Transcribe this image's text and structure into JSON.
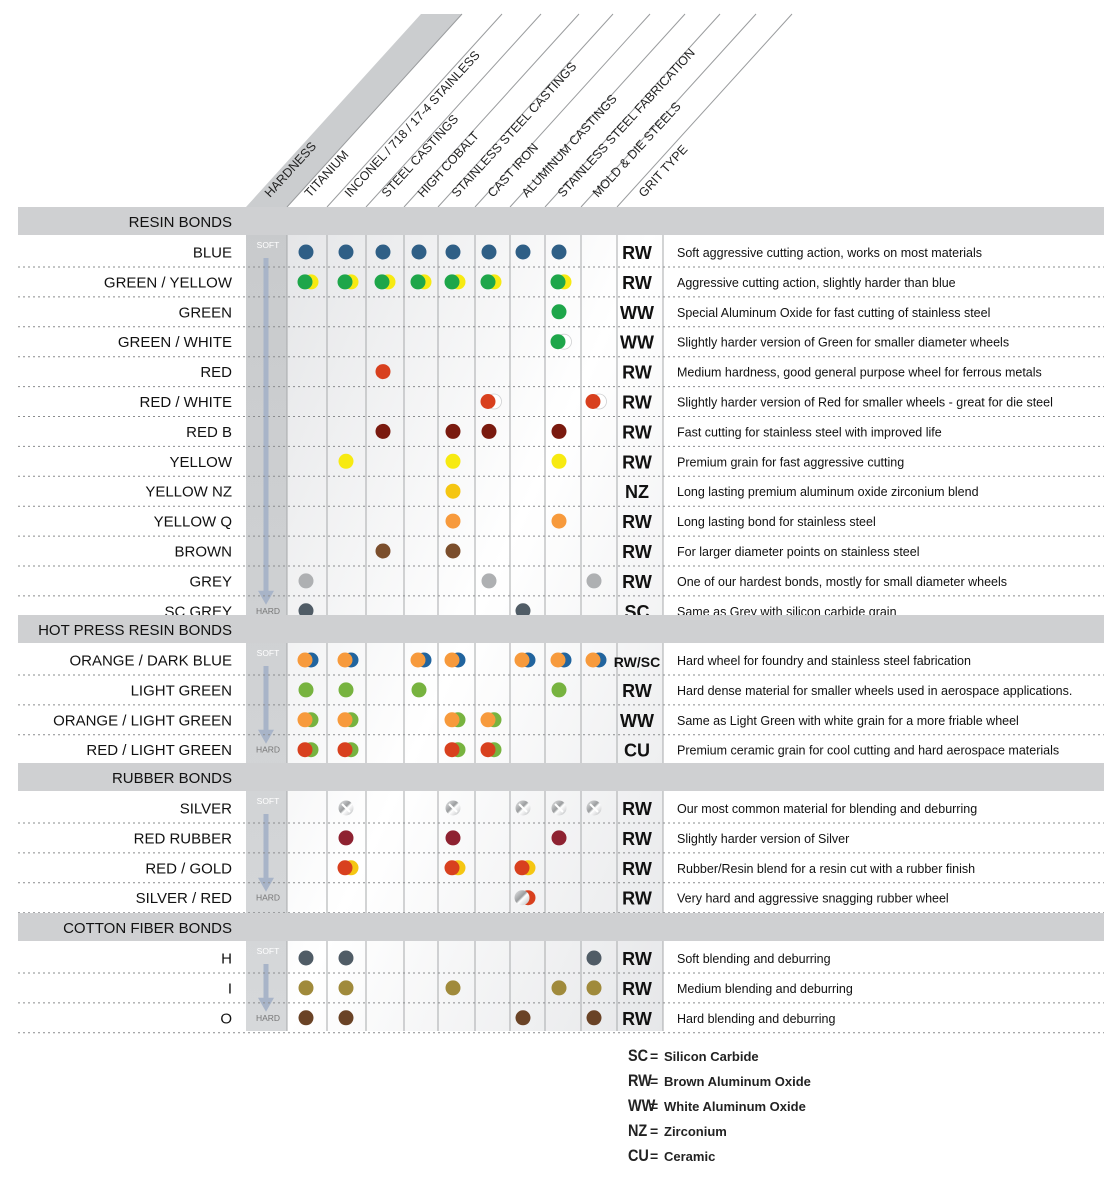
{
  "headers": {
    "hardness": "HARDNESS",
    "materials": [
      "TITANIUM",
      "INCONEL / 718 / 17-4 STAINLESS",
      "STEEL CASTINGS",
      "HIGH COBALT",
      "STAINLESS STEEL CASTINGS",
      "CAST IRON",
      "ALUMINUM CASTINGS",
      "STAINLESS STEEL FABRICATION",
      "MOLD & DIE STEELS"
    ],
    "grit": "GRIT TYPE"
  },
  "hardness_labels": {
    "soft": "SOFT",
    "hard": "HARD"
  },
  "colors": {
    "blue": "#2f5f86",
    "green": "#1ea64a",
    "yellow": "#f7ea11",
    "white": "#ffffff",
    "red": "#d8401e",
    "darkred": "#7a1a0f",
    "gold": "#f5c612",
    "orange": "#f79a3c",
    "brown": "#7b4e2c",
    "grey": "#aeb0b2",
    "slate": "#505c66",
    "navy": "#21649e",
    "lightgreen": "#77b33f",
    "silver": "#c3c5c7",
    "maroon": "#8e2231",
    "olive": "#a08a3b",
    "darkbrown": "#6a4326",
    "header_bg": "#cfd0d2"
  },
  "sections": [
    {
      "title": "RESIN BONDS",
      "rows": [
        {
          "name": "BLUE",
          "grit": "RW",
          "desc": "Soft aggressive cutting action, works on most materials",
          "dots": [
            [
              "blue"
            ],
            [
              "blue"
            ],
            [
              "blue"
            ],
            [
              "blue"
            ],
            [
              "blue"
            ],
            [
              "blue"
            ],
            [
              "blue"
            ],
            [
              "blue"
            ],
            []
          ]
        },
        {
          "name": "GREEN / YELLOW",
          "grit": "RW",
          "desc": "Aggressive cutting action, slightly harder than blue",
          "dots": [
            [
              "green",
              "yellow"
            ],
            [
              "green",
              "yellow"
            ],
            [
              "green",
              "yellow"
            ],
            [
              "green",
              "yellow"
            ],
            [
              "green",
              "yellow"
            ],
            [
              "green",
              "yellow"
            ],
            [],
            [
              "green",
              "yellow"
            ],
            []
          ]
        },
        {
          "name": "GREEN",
          "grit": "WW",
          "desc": "Special Aluminum Oxide for fast cutting of stainless steel",
          "dots": [
            [],
            [],
            [],
            [],
            [],
            [],
            [],
            [
              "green"
            ],
            []
          ]
        },
        {
          "name": "GREEN / WHITE",
          "grit": "WW",
          "desc": "Slightly harder version of Green for smaller diameter wheels",
          "dots": [
            [],
            [],
            [],
            [],
            [],
            [],
            [],
            [
              "green",
              "white"
            ],
            []
          ]
        },
        {
          "name": "RED",
          "grit": "RW",
          "desc": "Medium hardness, good general purpose wheel for ferrous metals",
          "dots": [
            [],
            [],
            [
              "red"
            ],
            [],
            [],
            [],
            [],
            [],
            []
          ]
        },
        {
          "name": "RED / WHITE",
          "grit": "RW",
          "desc": "Slightly harder version of Red for smaller wheels - great for die steel",
          "dots": [
            [],
            [],
            [],
            [],
            [],
            [
              "red",
              "white"
            ],
            [],
            [],
            [
              "red",
              "white"
            ]
          ]
        },
        {
          "name": "RED B",
          "grit": "RW",
          "desc": "Fast cutting for stainless steel with improved life",
          "dots": [
            [],
            [],
            [
              "darkred"
            ],
            [],
            [
              "darkred"
            ],
            [
              "darkred"
            ],
            [],
            [
              "darkred"
            ],
            []
          ]
        },
        {
          "name": "YELLOW",
          "grit": "RW",
          "desc": "Premium grain for fast aggressive cutting",
          "dots": [
            [],
            [
              "yellow"
            ],
            [],
            [],
            [
              "yellow"
            ],
            [],
            [],
            [
              "yellow"
            ],
            []
          ]
        },
        {
          "name": "YELLOW NZ",
          "grit": "NZ",
          "desc": "Long lasting premium aluminum oxide zirconium blend",
          "dots": [
            [],
            [],
            [],
            [],
            [
              "gold"
            ],
            [],
            [],
            [],
            []
          ]
        },
        {
          "name": "YELLOW Q",
          "grit": "RW",
          "desc": "Long lasting bond for stainless steel",
          "dots": [
            [],
            [],
            [],
            [],
            [
              "orange"
            ],
            [],
            [],
            [
              "orange"
            ],
            []
          ]
        },
        {
          "name": "BROWN",
          "grit": "RW",
          "desc": "For larger diameter points on stainless steel",
          "dots": [
            [],
            [],
            [
              "brown"
            ],
            [],
            [
              "brown"
            ],
            [],
            [],
            [],
            []
          ]
        },
        {
          "name": "GREY",
          "grit": "RW",
          "desc": "One of our hardest bonds, mostly for small diameter wheels",
          "dots": [
            [
              "grey"
            ],
            [],
            [],
            [],
            [],
            [
              "grey"
            ],
            [],
            [],
            [
              "grey"
            ]
          ]
        },
        {
          "name": "SC GREY",
          "grit": "SC",
          "desc": "Same as Grey with silicon carbide grain",
          "dots": [
            [
              "slate"
            ],
            [],
            [],
            [],
            [],
            [],
            [
              "slate"
            ],
            [],
            []
          ]
        }
      ]
    },
    {
      "title": "HOT PRESS RESIN BONDS",
      "rows": [
        {
          "name": "ORANGE / DARK BLUE",
          "grit": "RW/SC",
          "desc": "Hard wheel for foundry and stainless steel fabrication",
          "dots": [
            [
              "orange",
              "navy"
            ],
            [
              "orange",
              "navy"
            ],
            [],
            [
              "orange",
              "navy"
            ],
            [
              "orange",
              "navy"
            ],
            [],
            [
              "orange",
              "navy"
            ],
            [
              "orange",
              "navy"
            ],
            [
              "orange",
              "navy"
            ]
          ]
        },
        {
          "name": "LIGHT GREEN",
          "grit": "RW",
          "desc": "Hard dense material for smaller wheels used in aerospace applications.",
          "dots": [
            [
              "lightgreen"
            ],
            [
              "lightgreen"
            ],
            [],
            [
              "lightgreen"
            ],
            [],
            [],
            [],
            [
              "lightgreen"
            ],
            []
          ]
        },
        {
          "name": "ORANGE / LIGHT GREEN",
          "grit": "WW",
          "desc": "Same as Light Green with white grain for a more friable wheel",
          "dots": [
            [
              "orange",
              "lightgreen"
            ],
            [
              "orange",
              "lightgreen"
            ],
            [],
            [],
            [
              "orange",
              "lightgreen"
            ],
            [
              "orange",
              "lightgreen"
            ],
            [],
            [],
            []
          ]
        },
        {
          "name": "RED / LIGHT GREEN",
          "grit": "CU",
          "desc": "Premium ceramic grain for cool cutting and hard aerospace materials",
          "dots": [
            [
              "red",
              "lightgreen"
            ],
            [
              "red",
              "lightgreen"
            ],
            [],
            [],
            [
              "red",
              "lightgreen"
            ],
            [
              "red",
              "lightgreen"
            ],
            [],
            [],
            []
          ]
        }
      ]
    },
    {
      "title": "RUBBER BONDS",
      "rows": [
        {
          "name": "SILVER",
          "grit": "RW",
          "desc": "Our most common material for blending and deburring",
          "dots": [
            [],
            [
              "silver"
            ],
            [],
            [],
            [
              "silver"
            ],
            [],
            [
              "silver"
            ],
            [
              "silver"
            ],
            [
              "silver"
            ]
          ]
        },
        {
          "name": "RED RUBBER",
          "grit": "RW",
          "desc": "Slightly harder version of Silver",
          "dots": [
            [],
            [
              "maroon"
            ],
            [],
            [],
            [
              "maroon"
            ],
            [],
            [],
            [
              "maroon"
            ],
            []
          ]
        },
        {
          "name": "RED / GOLD",
          "grit": "RW",
          "desc": "Rubber/Resin blend for a resin cut with a rubber finish",
          "dots": [
            [],
            [
              "red",
              "gold"
            ],
            [],
            [],
            [
              "red",
              "gold"
            ],
            [],
            [
              "red",
              "gold"
            ],
            [],
            []
          ]
        },
        {
          "name": "SILVER / RED",
          "grit": "RW",
          "desc": "Very hard and aggressive snagging rubber wheel",
          "dots": [
            [],
            [],
            [],
            [],
            [],
            [],
            [
              "silver",
              "red"
            ],
            [],
            []
          ]
        }
      ]
    },
    {
      "title": "COTTON FIBER BONDS",
      "rows": [
        {
          "name": "H",
          "grit": "RW",
          "desc": "Soft blending and deburring",
          "dots": [
            [
              "slate"
            ],
            [
              "slate"
            ],
            [],
            [],
            [],
            [],
            [],
            [],
            [
              "slate"
            ]
          ]
        },
        {
          "name": "I",
          "grit": "RW",
          "desc": "Medium blending and deburring",
          "dots": [
            [
              "olive"
            ],
            [
              "olive"
            ],
            [],
            [],
            [
              "olive"
            ],
            [],
            [],
            [
              "olive"
            ],
            [
              "olive"
            ]
          ]
        },
        {
          "name": "O",
          "grit": "RW",
          "desc": "Hard blending and deburring",
          "dots": [
            [
              "darkbrown"
            ],
            [
              "darkbrown"
            ],
            [],
            [],
            [],
            [],
            [
              "darkbrown"
            ],
            [],
            [
              "darkbrown"
            ]
          ]
        }
      ]
    }
  ],
  "legend": [
    {
      "code": "SC",
      "name": "Silicon Carbide"
    },
    {
      "code": "RW",
      "name": "Brown Aluminum Oxide"
    },
    {
      "code": "WW",
      "name": "White Aluminum Oxide"
    },
    {
      "code": "NZ",
      "name": "Zirconium"
    },
    {
      "code": "CU",
      "name": "Ceramic"
    }
  ]
}
